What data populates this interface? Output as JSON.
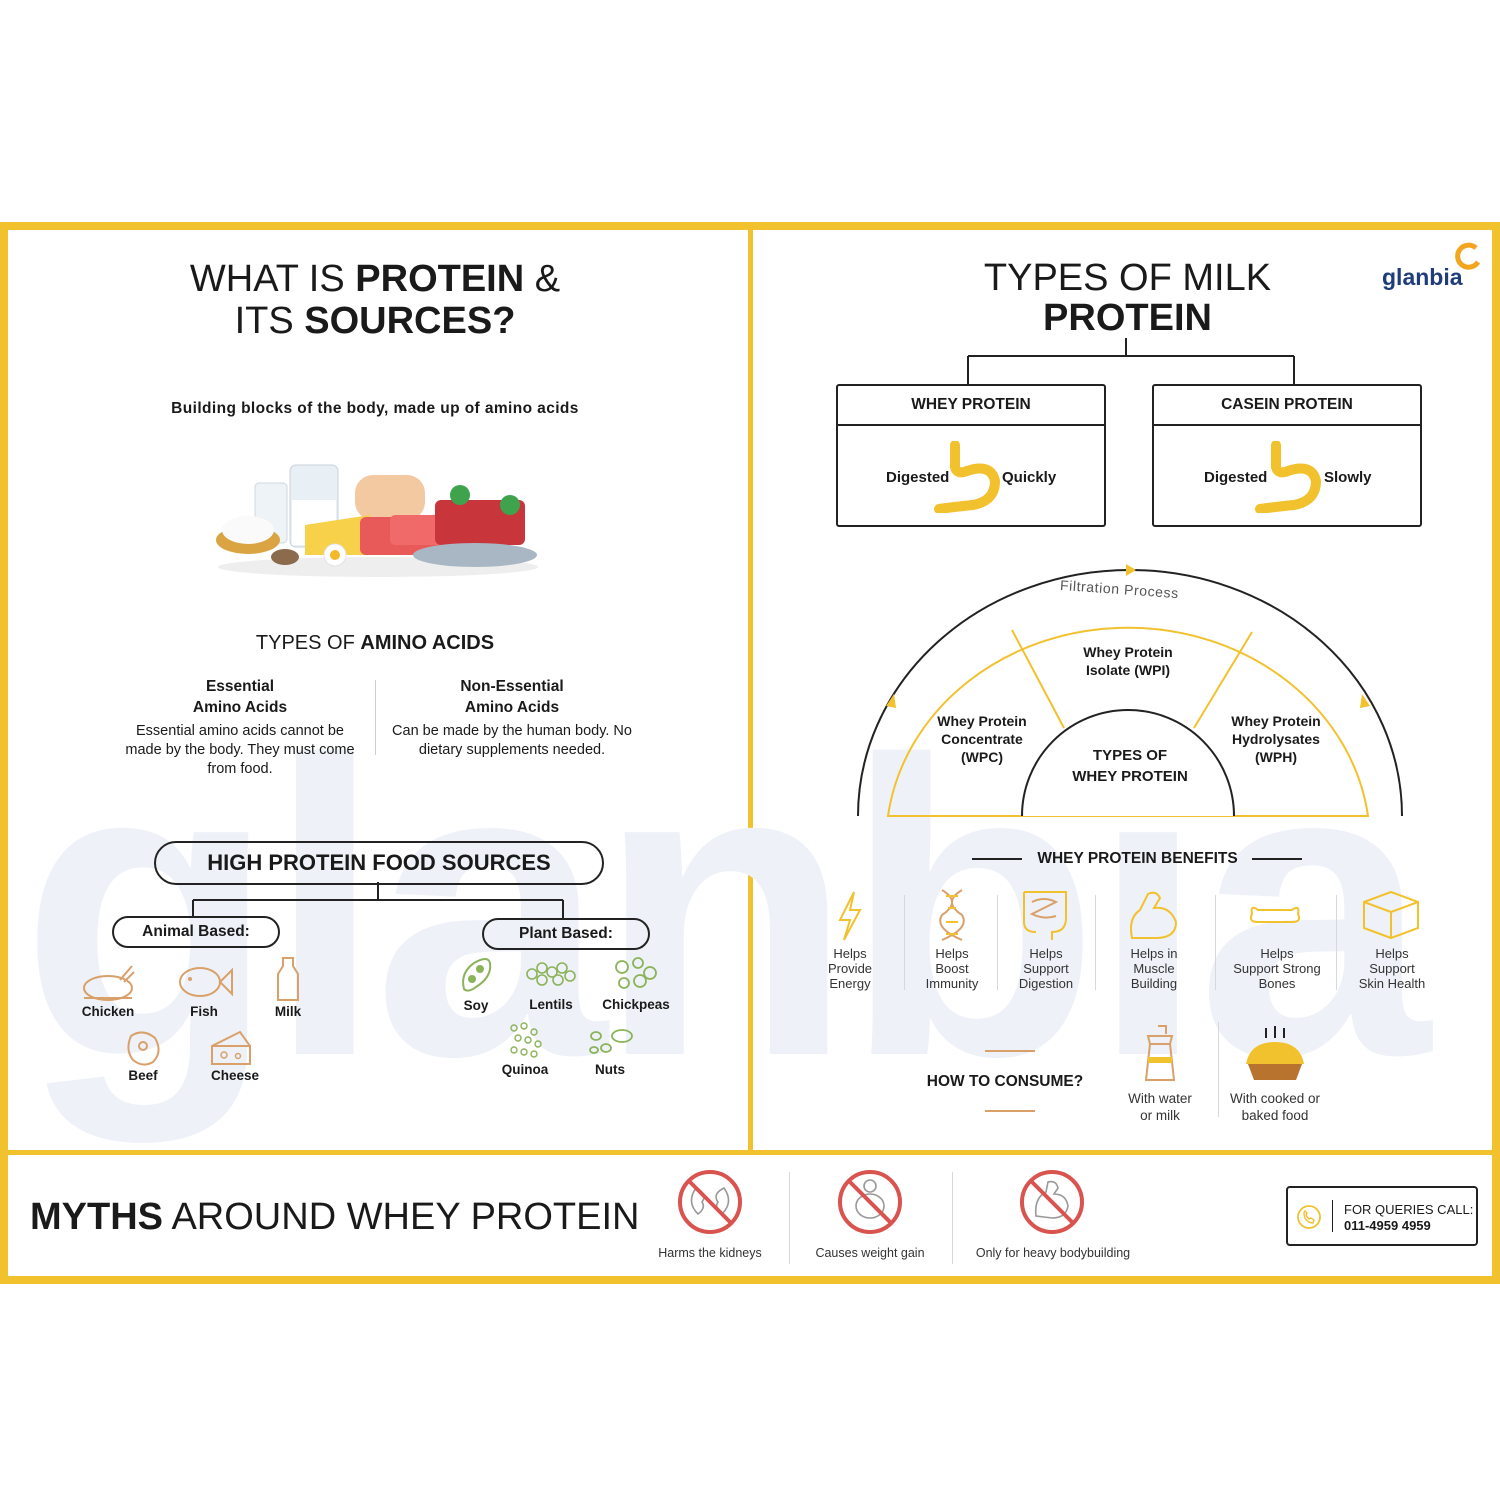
{
  "left": {
    "title_pre": "WHAT IS ",
    "title_bold1": "PROTEIN",
    "title_mid": " &",
    "title_line2_pre": "ITS ",
    "title_bold2": "SOURCES?",
    "subtitle": "Building blocks of the body, made up of amino acids",
    "amino_title_pre": "TYPES OF ",
    "amino_title_bold": "AMINO ACIDS",
    "essential": {
      "heading_line1": "Essential",
      "heading_line2": "Amino Acids",
      "text": "Essential amino acids cannot be made by the body. They must come from food."
    },
    "non_essential": {
      "heading_line1": "Non-Essential",
      "heading_line2": "Amino Acids",
      "text": "Can be made by the human body. No dietary supplements needed."
    },
    "high_protein_title": "HIGH PROTEIN FOOD SOURCES",
    "animal_label": "Animal Based:",
    "plant_label": "Plant Based:",
    "animal_items": [
      "Chicken",
      "Fish",
      "Milk",
      "Beef",
      "Cheese"
    ],
    "plant_items": [
      "Soy",
      "Lentils",
      "Chickpeas",
      "Quinoa",
      "Nuts"
    ]
  },
  "right": {
    "title_line1": "TYPES OF MILK",
    "title_line2": "PROTEIN",
    "logo": "glanbia",
    "whey": {
      "title": "WHEY PROTEIN",
      "left": "Digested",
      "right": "Quickly"
    },
    "casein": {
      "title": "CASEIN PROTEIN",
      "left": "Digested",
      "right": "Slowly"
    },
    "filtration": "Filtration Process",
    "types": {
      "center_line1": "TYPES OF",
      "center_line2": "WHEY PROTEIN",
      "wpc": [
        "Whey Protein",
        "Concentrate",
        "(WPC)"
      ],
      "wpi": [
        "Whey Protein",
        "Isolate (WPI)"
      ],
      "wph": [
        "Whey Protein",
        "Hydrolysates",
        "(WPH)"
      ]
    },
    "benefits_title": "WHEY PROTEIN BENEFITS",
    "benefits": [
      [
        "Helps",
        "Provide",
        "Energy"
      ],
      [
        "Helps",
        "Boost",
        "Immunity"
      ],
      [
        "Helps",
        "Support",
        "Digestion"
      ],
      [
        "Helps in",
        "Muscle",
        "Building"
      ],
      [
        "Helps",
        "Support Strong",
        "Bones"
      ],
      [
        "Helps",
        "Support",
        "Skin Health"
      ]
    ],
    "how_to": "HOW TO CONSUME?",
    "consume": [
      [
        "With water",
        "or milk"
      ],
      [
        "With cooked or",
        "baked food"
      ]
    ]
  },
  "bottom": {
    "myths_bold": "MYTHS",
    "myths_rest": " AROUND WHEY PROTEIN",
    "myths": [
      "Harms the kidneys",
      "Causes weight gain",
      "Only for heavy bodybuilding"
    ],
    "query_label": "FOR QUERIES CALL:",
    "query_number": "011-4959 4959"
  },
  "colors": {
    "accent": "#F2C12E",
    "animal_icon": "#D9A06A",
    "plant_icon": "#8BB35A",
    "myth_red": "#D9534F",
    "logo_blue": "#1f3d7a"
  }
}
